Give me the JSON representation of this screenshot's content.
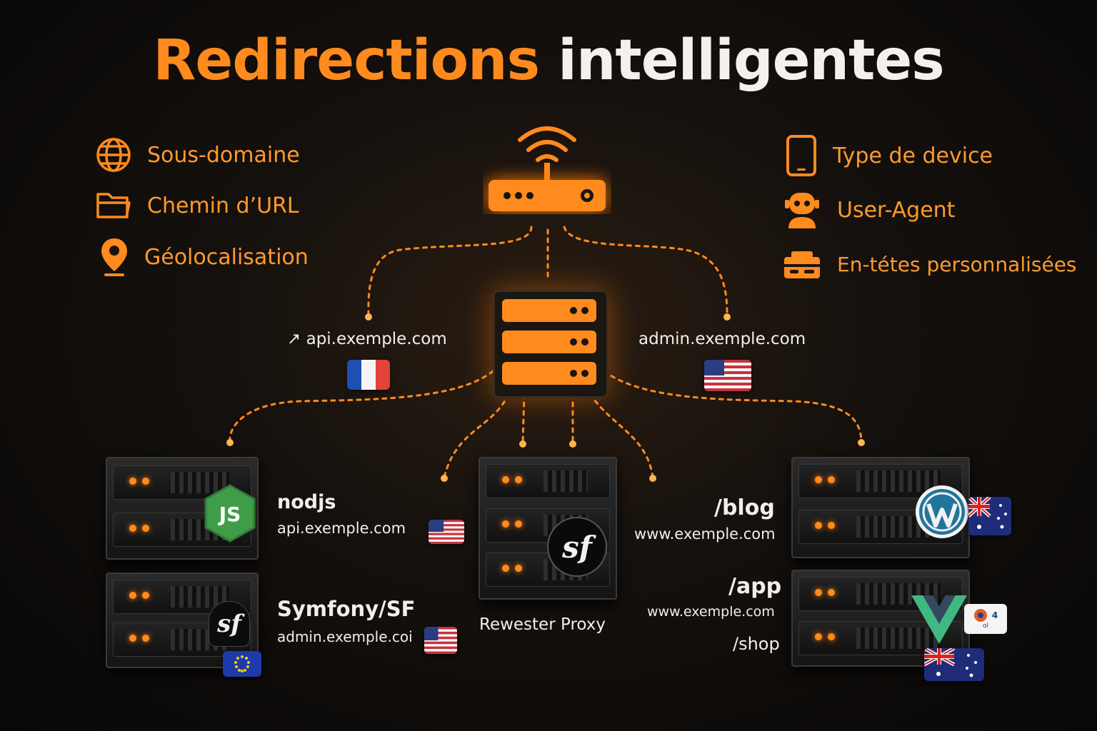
{
  "title": {
    "part1": "Redirections",
    "part2": "intelligentes"
  },
  "criteria_left": [
    {
      "icon": "globe-icon",
      "label": "Sous-domaine"
    },
    {
      "icon": "folder-icon",
      "label": "Chemin d’URL"
    },
    {
      "icon": "location-pin-icon",
      "label": "Géolocalisation"
    }
  ],
  "criteria_right": [
    {
      "icon": "smartphone-icon",
      "label": "Type de device"
    },
    {
      "icon": "robot-icon",
      "label": "User-Agent"
    },
    {
      "icon": "headers-icon",
      "label": "En-tétes personnalisées"
    }
  ],
  "routes": {
    "left": {
      "arrow": "↗",
      "host": "api.exemple.com"
    },
    "right": {
      "host": "admin.exemple.com"
    }
  },
  "backends": {
    "nodejs": {
      "name": "nodjs",
      "host": "api.exemple.com",
      "logo": "JS"
    },
    "symfony": {
      "name": "Symfony/SF",
      "host": "admin.exemple.coi",
      "logo": "sf"
    },
    "proxy": {
      "name": "Rewester Proxy",
      "logo": "sf"
    },
    "blog": {
      "path": "/blog",
      "host": "www.exemple.com"
    },
    "app": {
      "path": "/app",
      "host": "www.exemple.com",
      "extra_path": "/shop"
    },
    "vue_badge": {
      "digit": "4",
      "sub": "ol"
    }
  },
  "colors": {
    "accent": "#ff8a1e",
    "text": "#f2efe9",
    "background": "#0d0b0a"
  }
}
